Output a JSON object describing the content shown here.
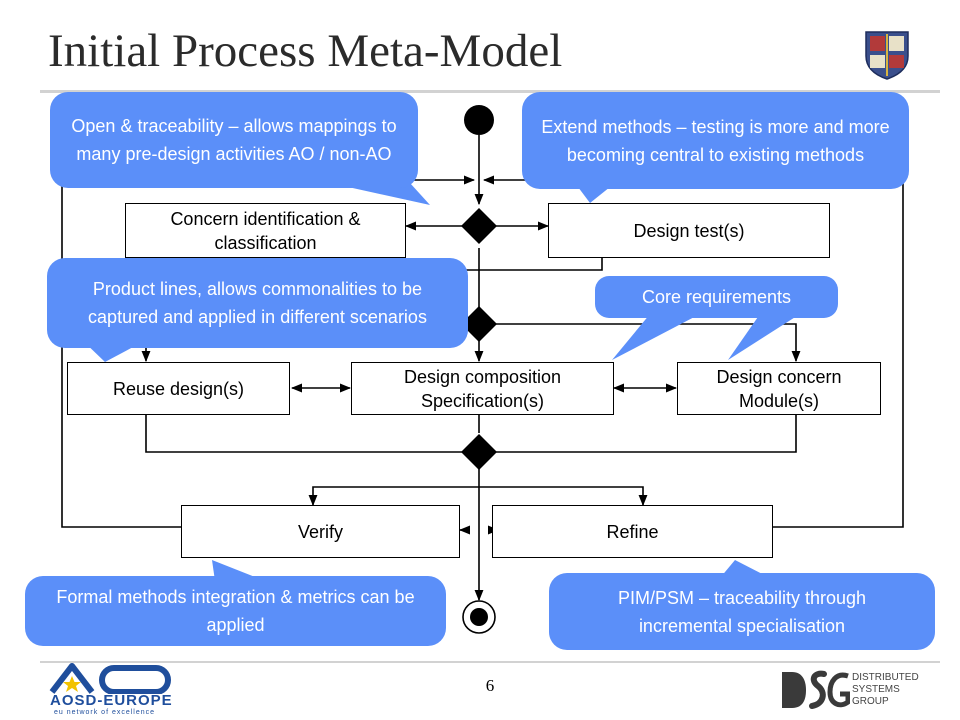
{
  "slide": {
    "title": "Initial Process Meta-Model",
    "page_number": "6"
  },
  "boxes": {
    "concern_identification": "Concern identification & classification",
    "design_tests": "Design test(s)",
    "reuse_designs": "Reuse design(s)",
    "design_composition": "Design composition Specification(s)",
    "design_concern_modules": "Design concern Module(s)",
    "verify": "Verify",
    "refine": "Refine"
  },
  "callouts": {
    "open_traceability": "Open & traceability – allows mappings to many pre-design activities AO / non-AO",
    "extend_methods": "Extend methods – testing is more and more becoming central to existing methods",
    "product_lines": "Product lines, allows commonalities to be captured and applied in different scenarios",
    "core_requirements": "Core requirements",
    "formal_methods": "Formal methods integration & metrics can be applied",
    "pim_psm": "PIM/PSM – traceability through incremental specialisation"
  },
  "footer": {
    "aosd_logo_text": "AOSD-EUROPE",
    "aosd_tagline": "eu network of excellence",
    "dsg_logo_text": "DISTRIBUTED SYSTEMS GROUP"
  },
  "colors": {
    "callout_fill": "#5b8ff9",
    "title_color": "#2b2b2b",
    "rule_color": "#d2d2d2",
    "aosd_blue": "#1f4e9c",
    "aosd_star": "#f2c200"
  },
  "icons": [
    "university-crest-icon",
    "aosd-europe-logo",
    "dsg-logo"
  ]
}
